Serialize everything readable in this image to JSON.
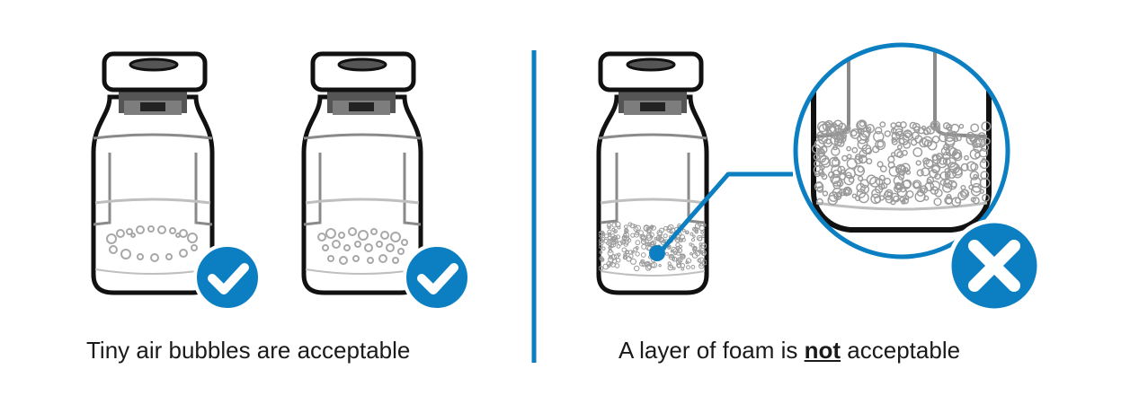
{
  "colors": {
    "accent": "#0b7fc1",
    "outline": "#111111",
    "cap_dark": "#555555",
    "cap_mid": "#7d7d7d",
    "label_gray": "#8a8a8a",
    "liquid_line": "#bfbfbf"
  },
  "panels": {
    "left": {
      "caption": "Tiny air bubbles are acceptable",
      "badge_icon": "check-icon"
    },
    "right": {
      "caption_pre": "A layer of foam is ",
      "caption_emphasis": "not",
      "caption_post": " acceptable",
      "badge_icon": "cross-icon"
    }
  },
  "vials": [
    {
      "id": "vial-tiny-bubbles-ring",
      "bubbles": "ring",
      "verdict": "acceptable"
    },
    {
      "id": "vial-tiny-bubbles-cluster",
      "bubbles": "cluster",
      "verdict": "acceptable"
    },
    {
      "id": "vial-foam-layer",
      "bubbles": "foam",
      "verdict": "not acceptable"
    }
  ],
  "magnifier": {
    "icon": "magnifier-callout",
    "subject": "foam layer"
  }
}
